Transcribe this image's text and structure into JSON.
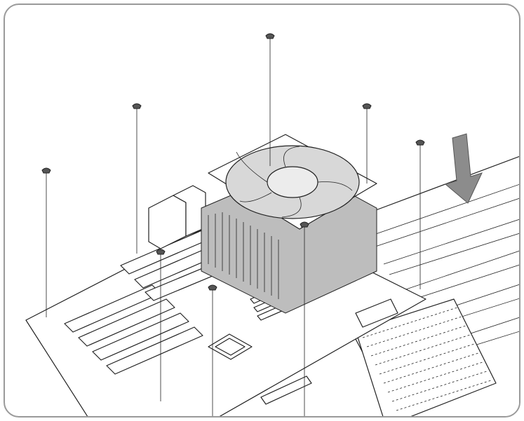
{
  "diagram": {
    "subject": "motherboard-installation",
    "accent": {
      "arrow_fill": "#8c8c8c",
      "frame_border": "#9a9a9a",
      "line": "#222222"
    },
    "screws": [
      "screw-1",
      "screw-2",
      "screw-3",
      "screw-4",
      "screw-5",
      "screw-6",
      "screw-7",
      "screw-8"
    ],
    "direction": "down"
  }
}
